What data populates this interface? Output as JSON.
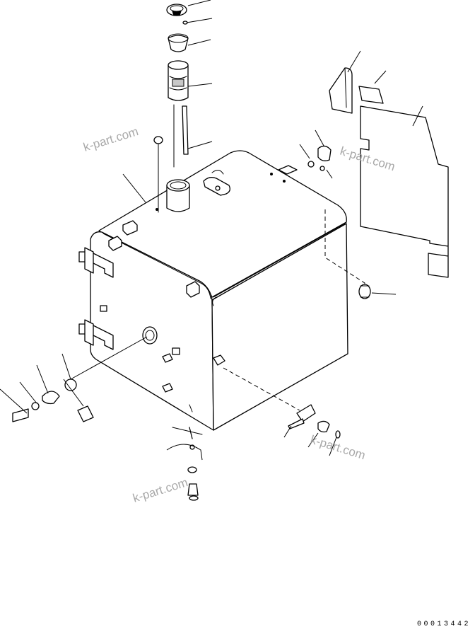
{
  "diagram": {
    "drawing_number": "00013442",
    "watermarks": [
      "k-part.com",
      "k-part.com",
      "k-part.com",
      "k-part.com"
    ]
  },
  "icons": {
    "tank": "hydraulic-tank-icon",
    "cap": "filler-cap-icon",
    "strainer": "strainer-icon",
    "panel": "cover-panel-icon",
    "bolt": "bolt-icon"
  }
}
